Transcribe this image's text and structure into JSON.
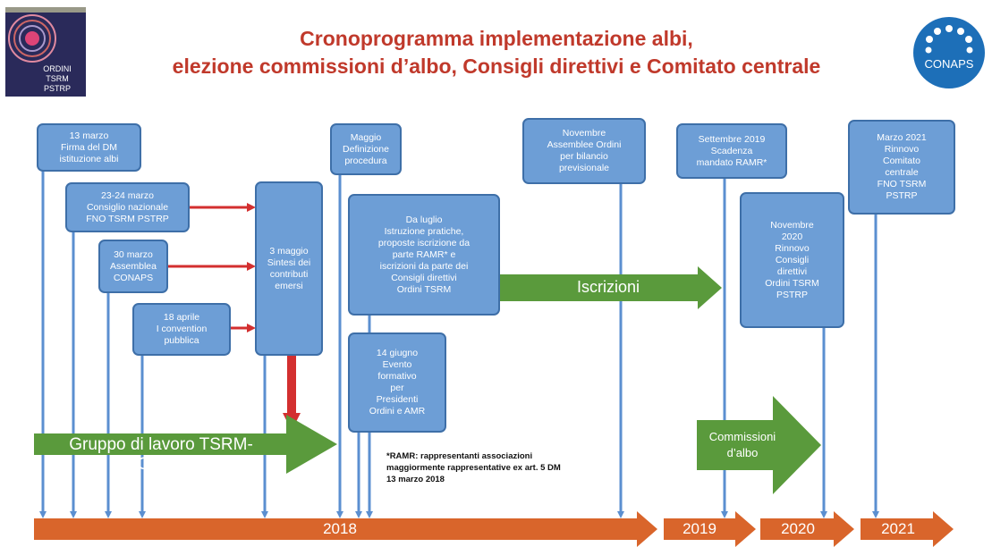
{
  "title": {
    "line1": "Cronoprogramma implementazione albi,",
    "line2": "elezione commissioni d’albo, Consigli direttivi e Comitato centrale"
  },
  "logos": {
    "left": {
      "lines": [
        "ORDINI",
        "TSRM",
        "PSTRP"
      ]
    },
    "right": {
      "text": "CONAPS"
    }
  },
  "boxes": [
    {
      "id": "firma-dm",
      "text": "13 marzo\nFirma del DM\nistituzione albi"
    },
    {
      "id": "consiglio-nazionale",
      "text": "23-24 marzo\nConsiglio nazionale\nFNO TSRM PSTRP"
    },
    {
      "id": "assemblea-conaps",
      "text": "30 marzo\nAssemblea\nCONAPS"
    },
    {
      "id": "convention",
      "text": "18 aprile\nI convention\npubblica"
    },
    {
      "id": "sintesi",
      "text": "3 maggio\nSintesi dei\ncontributi\nemersi"
    },
    {
      "id": "maggio",
      "text": "Maggio\nDefinizione\nprocedura"
    },
    {
      "id": "luglio",
      "text": "Da luglio\nIstruzione pratiche,\nproposte iscrizione da\nparte RAMR* e\niscrizioni da parte dei\nConsigli direttivi\nOrdini TSRM"
    },
    {
      "id": "giugno",
      "text": "14 giugno\nEvento\nformativo\nper\nPresidenti\nOrdini e AMR"
    },
    {
      "id": "novembre",
      "text": "Novembre\nAssemblee Ordini\nper bilancio\nprevisionale"
    },
    {
      "id": "settembre",
      "text": "Settembre 2019\nScadenza\nmandato RAMR*"
    },
    {
      "id": "novembre-2020",
      "text": "Novembre\n2020\nRinnovo\nConsigli\ndirettivi\nOrdini TSRM\nPSTRP"
    },
    {
      "id": "marzo-2021",
      "text": "Marzo 2021\nRinnovo\nComitato\ncentrale\nFNO TSRM\nPSTRP"
    }
  ],
  "arrows": {
    "iscrizioni": "Iscrizioni",
    "gruppo": "Gruppo di lavoro TSRM-CONAPS",
    "commissioni": "Commissioni\nd’albo"
  },
  "note": "*RAMR: rappresentanti associazioni\nmaggiormente rappresentative ex art. 5 DM\n13 marzo 2018",
  "timeline": [
    "2018",
    "2019",
    "2020",
    "2021"
  ],
  "colors": {
    "title": "#c0392b",
    "box": "#6d9ed6",
    "box_border": "#3e6fa8",
    "timeline": "#d9652b",
    "green_arrow": "#5a9a3c",
    "red_arrow": "#d32f2f",
    "connector": "#5b8fd0"
  }
}
